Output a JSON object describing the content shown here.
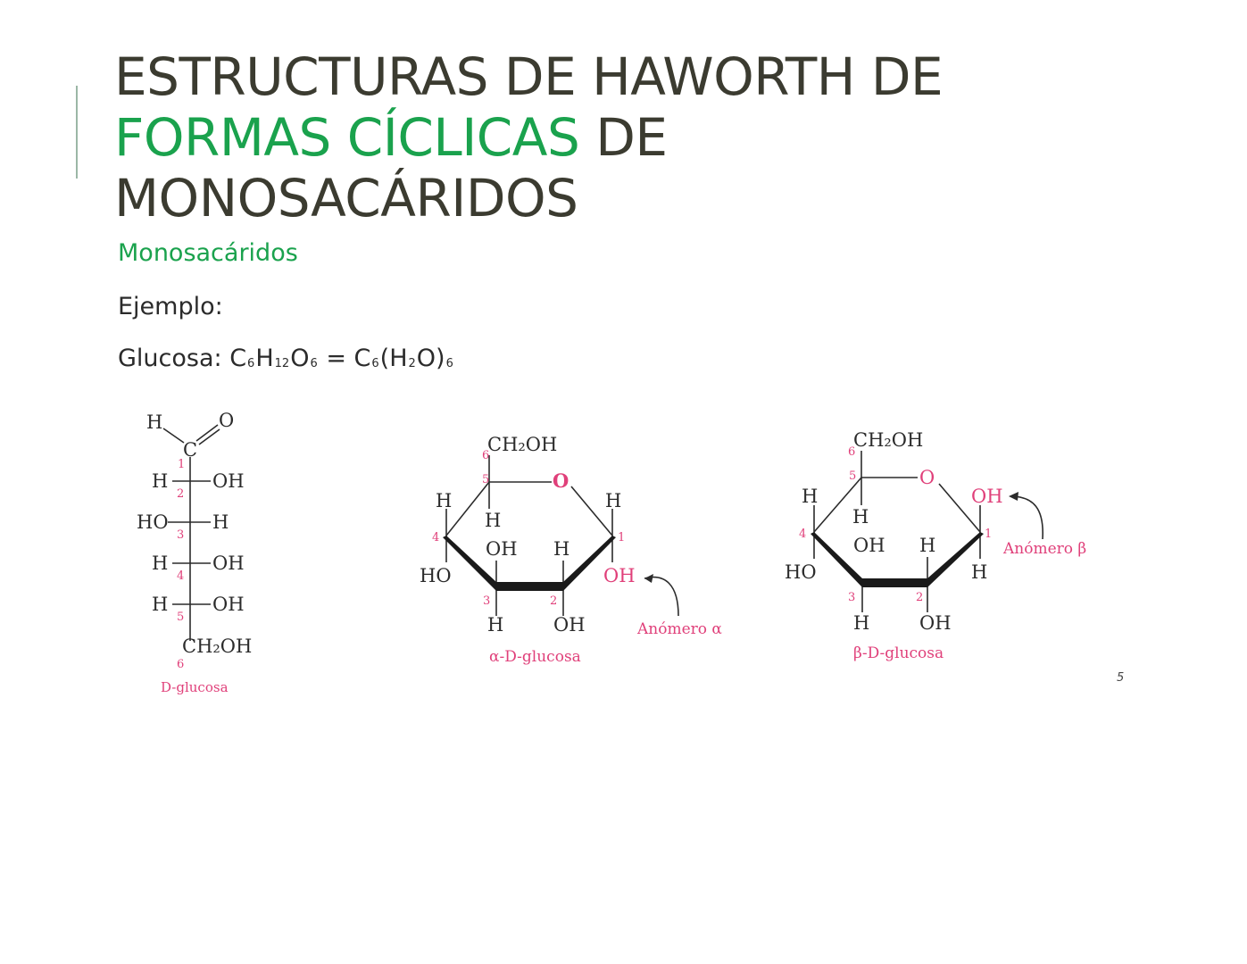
{
  "title": {
    "part1": "ESTRUCTURAS DE HAWORTH DE",
    "highlight": "FORMAS CÍCLICAS",
    "part2": " DE",
    "part3": "MONOSACÁRIDOS"
  },
  "subtitle": "Monosacáridos",
  "example_label": "Ejemplo:",
  "formula": {
    "prefix": "Glucosa: C",
    "s1": "6",
    "h": "H",
    "s2": "12",
    "o": "O",
    "s3": "6",
    "eq": " = C",
    "s4": "6",
    "mid": "(H",
    "s5": "2",
    "end": "O)",
    "s6": "6"
  },
  "fischer": {
    "h_top": "H",
    "o_top": "O",
    "c1": "C",
    "rows": [
      {
        "left": "H",
        "right": "OH",
        "num": "2"
      },
      {
        "left": "HO",
        "right": "H",
        "num": "3"
      },
      {
        "left": "H",
        "right": "OH",
        "num": "4"
      },
      {
        "left": "H",
        "right": "OH",
        "num": "5"
      }
    ],
    "c1_num": "1",
    "c6_num": "6",
    "bottom": "CH₂OH",
    "caption": "D-glucosa"
  },
  "alpha": {
    "ch2oh": "CH₂OH",
    "ring_o": "O",
    "nums": [
      "1",
      "2",
      "3",
      "4",
      "5",
      "6"
    ],
    "labels": {
      "h4": "H",
      "h1": "H",
      "h5": "H",
      "oh3top": "OH",
      "h2top": "H",
      "ho4": "HO",
      "oh1": "OH",
      "h3": "H",
      "oh2": "OH"
    },
    "anomer": "Anómero α",
    "caption": "α-D-glucosa"
  },
  "beta": {
    "ch2oh": "CH₂OH",
    "ring_o": "O",
    "nums": [
      "1",
      "2",
      "3",
      "4",
      "5",
      "6"
    ],
    "labels": {
      "h4": "H",
      "oh1": "OH",
      "h5": "H",
      "oh3top": "OH",
      "h2top": "H",
      "ho4": "HO",
      "h1": "H",
      "h3": "H",
      "oh2": "OH"
    },
    "anomer": "Anómero β",
    "caption": "β-D-glucosa"
  },
  "page_number": "5",
  "colors": {
    "accent": "#1aa24d",
    "pink": "#e0407a",
    "title": "#3b3b30"
  }
}
